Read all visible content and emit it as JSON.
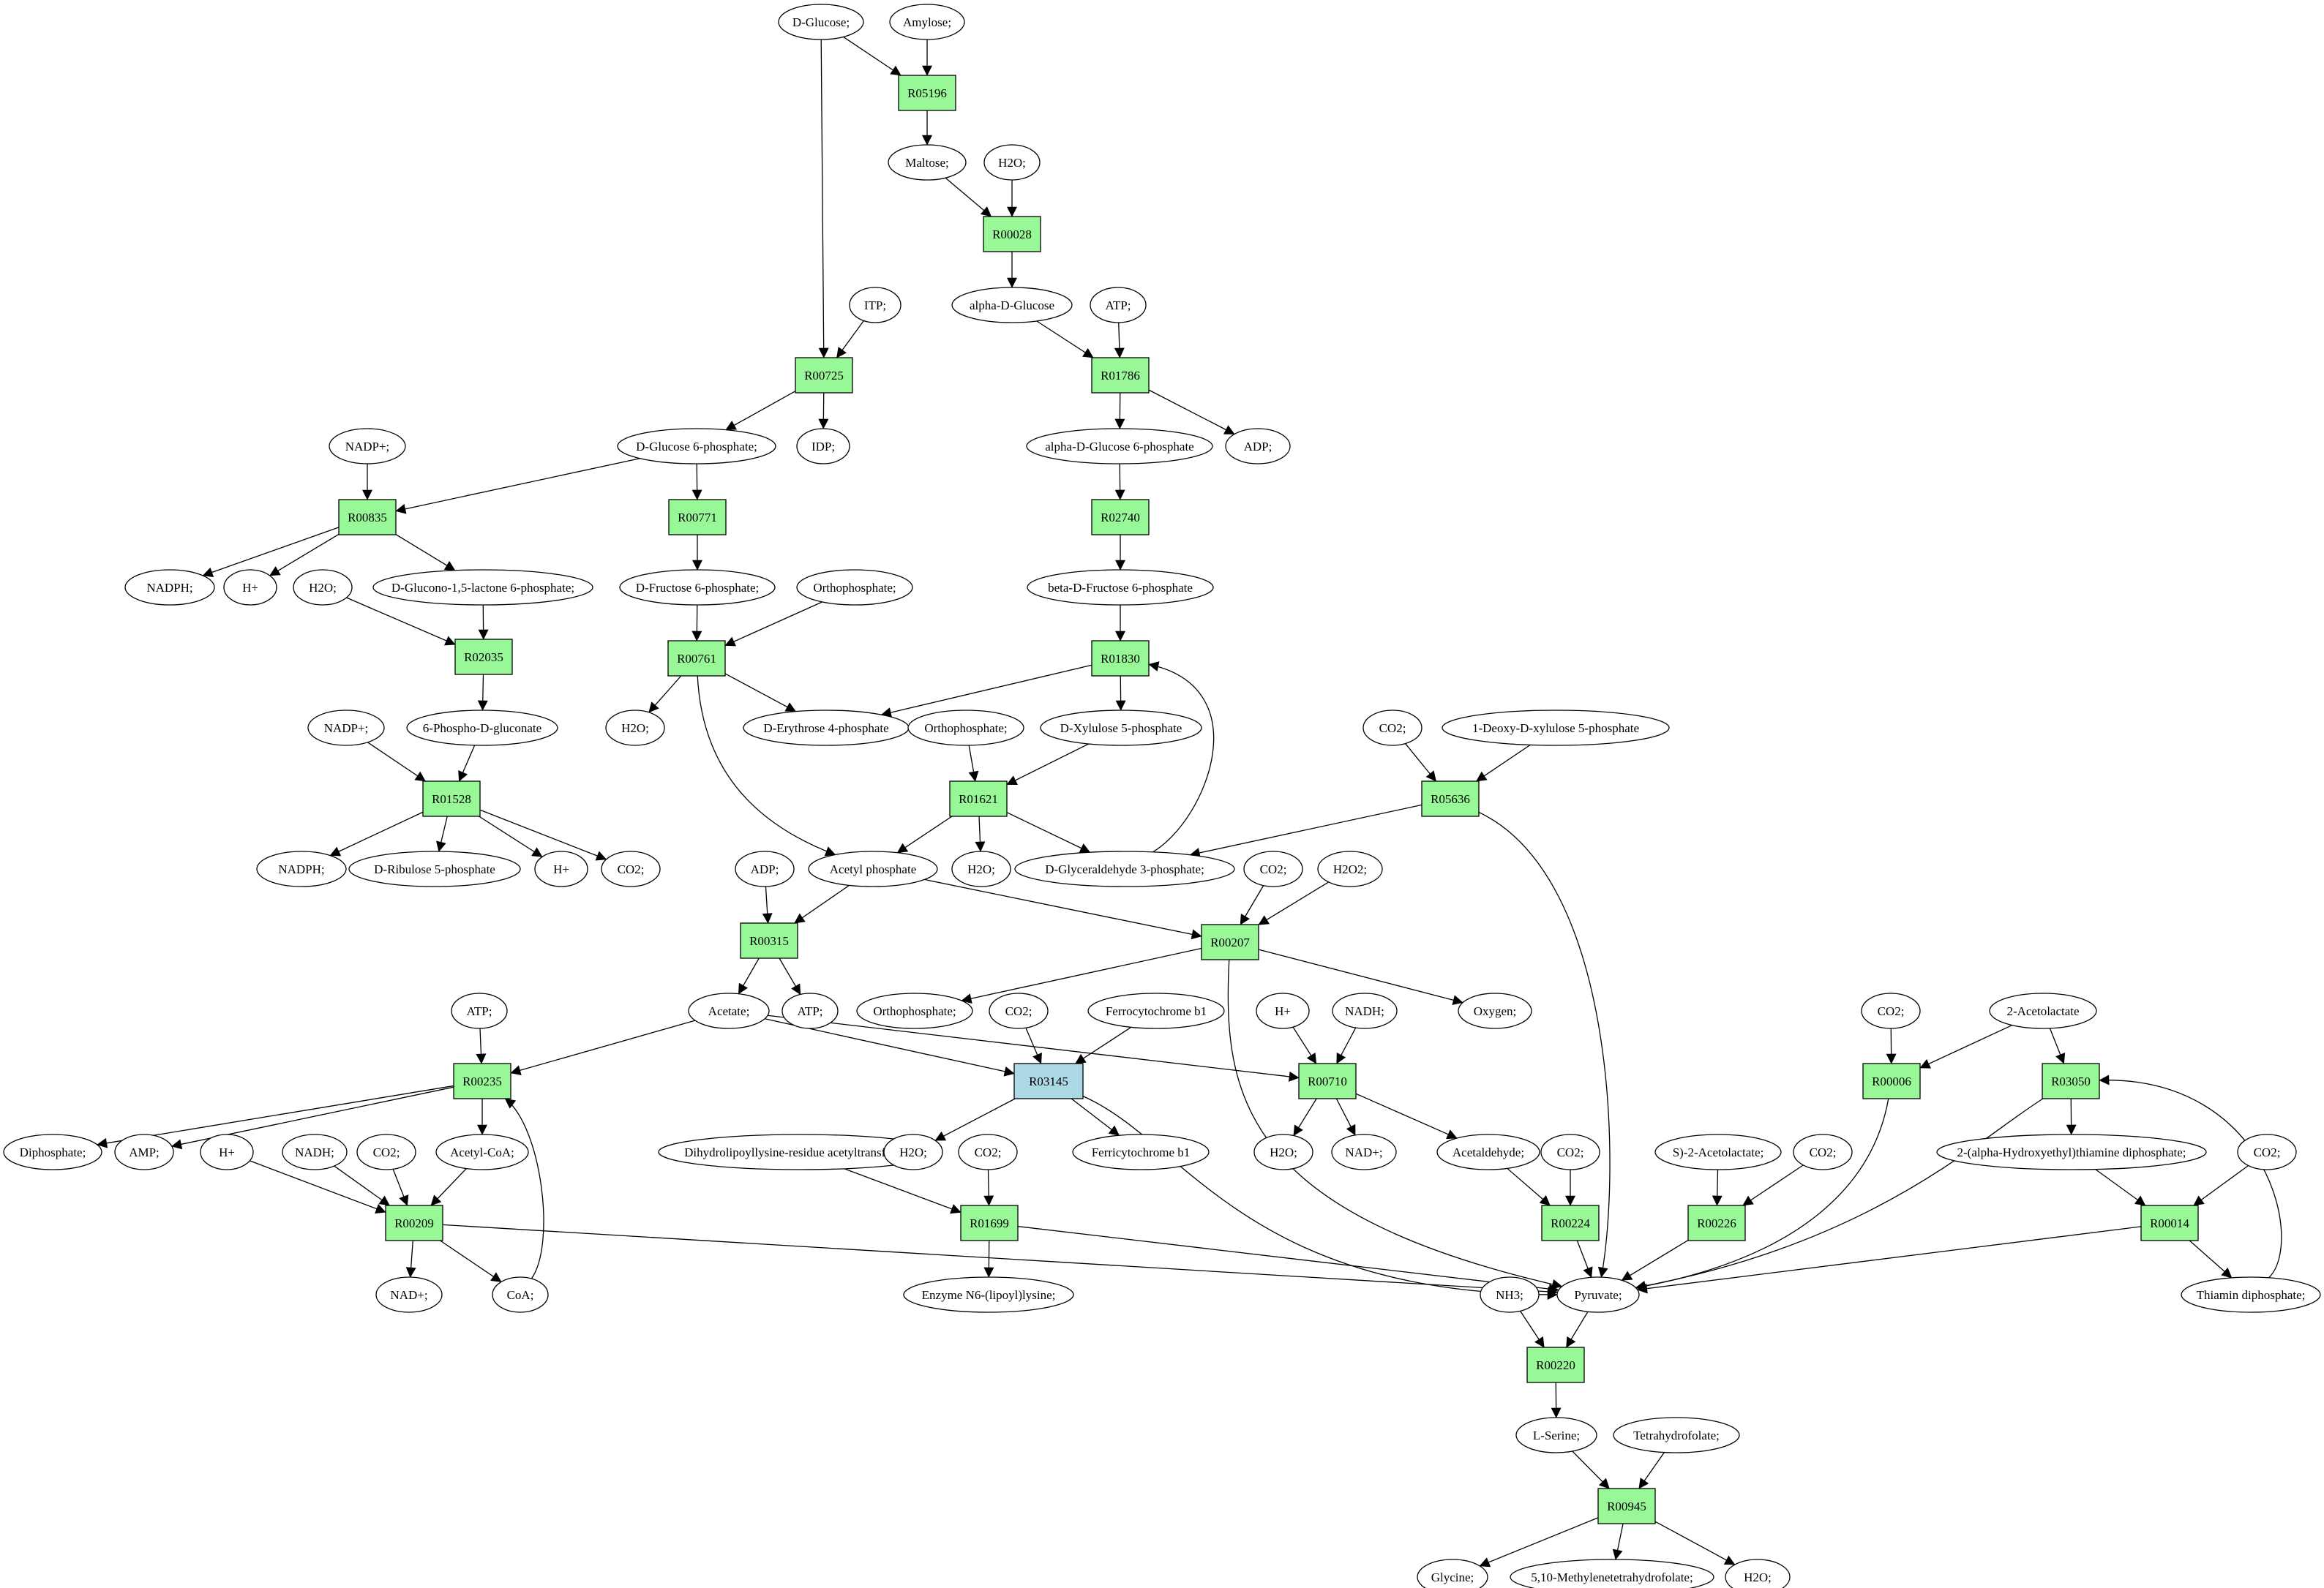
{
  "colors": {
    "reaction": "#98f898",
    "reaction_highlight": "#add8e6",
    "start_node": "#00ff00",
    "end_node": "#ffff00",
    "compound": "#ffffff"
  },
  "nodes": {
    "dglucose": {
      "label": "D-Glucose;",
      "kind": "compound",
      "fill": "start"
    },
    "amylose": {
      "label": "Amylose;",
      "kind": "compound"
    },
    "r05196": {
      "label": "R05196",
      "kind": "reaction"
    },
    "maltose": {
      "label": "Maltose;",
      "kind": "compound"
    },
    "h2o_1": {
      "label": "H2O;",
      "kind": "compound"
    },
    "r00028": {
      "label": "R00028",
      "kind": "reaction"
    },
    "itp": {
      "label": "ITP;",
      "kind": "compound"
    },
    "aglc": {
      "label": "alpha-D-Glucose",
      "kind": "compound"
    },
    "atp_1": {
      "label": "ATP;",
      "kind": "compound"
    },
    "r00725": {
      "label": "R00725",
      "kind": "reaction"
    },
    "r01786": {
      "label": "R01786",
      "kind": "reaction"
    },
    "nadp_1": {
      "label": "NADP+;",
      "kind": "compound"
    },
    "g6p": {
      "label": "D-Glucose 6-phosphate;",
      "kind": "compound"
    },
    "idp": {
      "label": "IDP;",
      "kind": "compound"
    },
    "ag6p": {
      "label": "alpha-D-Glucose 6-phosphate",
      "kind": "compound"
    },
    "adp_1": {
      "label": "ADP;",
      "kind": "compound"
    },
    "r00835": {
      "label": "R00835",
      "kind": "reaction"
    },
    "r00771": {
      "label": "R00771",
      "kind": "reaction"
    },
    "r02740": {
      "label": "R02740",
      "kind": "reaction"
    },
    "nadph_1": {
      "label": "NADPH;",
      "kind": "compound"
    },
    "hplus_1": {
      "label": "H+",
      "kind": "compound"
    },
    "h2o_2": {
      "label": "H2O;",
      "kind": "compound"
    },
    "glactone": {
      "label": "D-Glucono-1,5-lactone 6-phosphate;",
      "kind": "compound"
    },
    "f6p": {
      "label": "D-Fructose 6-phosphate;",
      "kind": "compound"
    },
    "ortho_1": {
      "label": "Orthophosphate;",
      "kind": "compound"
    },
    "bf6p": {
      "label": "beta-D-Fructose 6-phosphate",
      "kind": "compound"
    },
    "r02035": {
      "label": "R02035",
      "kind": "reaction"
    },
    "r00761": {
      "label": "R00761",
      "kind": "reaction"
    },
    "r01830": {
      "label": "R01830",
      "kind": "reaction"
    },
    "nadp_2": {
      "label": "NADP+;",
      "kind": "compound"
    },
    "pgluconate": {
      "label": "6-Phospho-D-gluconate",
      "kind": "compound"
    },
    "h2o_3": {
      "label": "H2O;",
      "kind": "compound"
    },
    "e4p": {
      "label": "D-Erythrose 4-phosphate",
      "kind": "compound"
    },
    "ortho_2": {
      "label": "Orthophosphate;",
      "kind": "compound"
    },
    "xu5p": {
      "label": "D-Xylulose 5-phosphate",
      "kind": "compound"
    },
    "co2_1": {
      "label": "CO2;",
      "kind": "compound"
    },
    "dxp": {
      "label": "1-Deoxy-D-xylulose 5-phosphate",
      "kind": "compound"
    },
    "r01528": {
      "label": "R01528",
      "kind": "reaction"
    },
    "r01621": {
      "label": "R01621",
      "kind": "reaction"
    },
    "r05636": {
      "label": "R05636",
      "kind": "reaction"
    },
    "nadph_2": {
      "label": "NADPH;",
      "kind": "compound"
    },
    "ru5p": {
      "label": "D-Ribulose 5-phosphate",
      "kind": "compound"
    },
    "hplus_2": {
      "label": "H+",
      "kind": "compound"
    },
    "co2_2": {
      "label": "CO2;",
      "kind": "compound"
    },
    "adp_2": {
      "label": "ADP;",
      "kind": "compound"
    },
    "acp": {
      "label": "Acetyl phosphate",
      "kind": "compound"
    },
    "h2o_4": {
      "label": "H2O;",
      "kind": "compound"
    },
    "gap": {
      "label": "D-Glyceraldehyde 3-phosphate;",
      "kind": "compound"
    },
    "co2_3": {
      "label": "CO2;",
      "kind": "compound"
    },
    "h2o2": {
      "label": "H2O2;",
      "kind": "compound"
    },
    "r00315": {
      "label": "R00315",
      "kind": "reaction"
    },
    "r00207": {
      "label": "R00207",
      "kind": "reaction"
    },
    "atp_2": {
      "label": "ATP;",
      "kind": "compound"
    },
    "acetate": {
      "label": "Acetate;",
      "kind": "compound"
    },
    "atp_3": {
      "label": "ATP;",
      "kind": "compound"
    },
    "ortho_3": {
      "label": "Orthophosphate;",
      "kind": "compound"
    },
    "co2_4": {
      "label": "CO2;",
      "kind": "compound"
    },
    "ferrocyt": {
      "label": "Ferrocytochrome b1",
      "kind": "compound"
    },
    "hplus_3": {
      "label": "H+",
      "kind": "compound"
    },
    "nadh_1": {
      "label": "NADH;",
      "kind": "compound"
    },
    "oxygen": {
      "label": "Oxygen;",
      "kind": "compound"
    },
    "co2_5": {
      "label": "CO2;",
      "kind": "compound"
    },
    "acetolactate": {
      "label": "2-Acetolactate",
      "kind": "compound"
    },
    "r00235": {
      "label": "R00235",
      "kind": "reaction"
    },
    "r03145": {
      "label": "R03145",
      "kind": "reaction",
      "fill": "highlight"
    },
    "r00710": {
      "label": "R00710",
      "kind": "reaction"
    },
    "r00006": {
      "label": "R00006",
      "kind": "reaction"
    },
    "r03050": {
      "label": "R03050",
      "kind": "reaction"
    },
    "diphosphate": {
      "label": "Diphosphate;",
      "kind": "compound"
    },
    "amp": {
      "label": "AMP;",
      "kind": "compound"
    },
    "hplus_4": {
      "label": "H+",
      "kind": "compound"
    },
    "nadh_2": {
      "label": "NADH;",
      "kind": "compound"
    },
    "co2_6": {
      "label": "CO2;",
      "kind": "compound"
    },
    "acoa": {
      "label": "Acetyl-CoA;",
      "kind": "compound"
    },
    "dihydro": {
      "label": "Dihydrolipoyllysine-residue acetyltransferase]",
      "kind": "compound"
    },
    "h2o_5": {
      "label": "H2O;",
      "kind": "compound"
    },
    "co2_7": {
      "label": "CO2;",
      "kind": "compound"
    },
    "ferricyt": {
      "label": "Ferricytochrome b1",
      "kind": "compound"
    },
    "h2o_6": {
      "label": "H2O;",
      "kind": "compound"
    },
    "nad_1": {
      "label": "NAD+;",
      "kind": "compound"
    },
    "acetaldehyde": {
      "label": "Acetaldehyde;",
      "kind": "compound"
    },
    "co2_8": {
      "label": "CO2;",
      "kind": "compound"
    },
    "sacetolactate": {
      "label": "S)-2-Acetolactate;",
      "kind": "compound"
    },
    "co2_9": {
      "label": "CO2;",
      "kind": "compound"
    },
    "hetpp": {
      "label": "2-(alpha-Hydroxyethyl)thiamine diphosphate;",
      "kind": "compound"
    },
    "co2_10": {
      "label": "CO2;",
      "kind": "compound"
    },
    "r00209": {
      "label": "R00209",
      "kind": "reaction"
    },
    "r01699": {
      "label": "R01699",
      "kind": "reaction"
    },
    "r00224": {
      "label": "R00224",
      "kind": "reaction"
    },
    "r00226": {
      "label": "R00226",
      "kind": "reaction"
    },
    "r00014": {
      "label": "R00014",
      "kind": "reaction"
    },
    "nad_2": {
      "label": "NAD+;",
      "kind": "compound"
    },
    "coa": {
      "label": "CoA;",
      "kind": "compound"
    },
    "lipoyl": {
      "label": "Enzyme N6-(lipoyl)lysine;",
      "kind": "compound"
    },
    "nh3": {
      "label": "NH3;",
      "kind": "compound"
    },
    "pyruvate": {
      "label": "Pyruvate;",
      "kind": "compound"
    },
    "thiamin": {
      "label": "Thiamin diphosphate;",
      "kind": "compound"
    },
    "r00220": {
      "label": "R00220",
      "kind": "reaction"
    },
    "serine": {
      "label": "L-Serine;",
      "kind": "compound"
    },
    "thf": {
      "label": "Tetrahydrofolate;",
      "kind": "compound"
    },
    "r00945": {
      "label": "R00945",
      "kind": "reaction"
    },
    "glycine": {
      "label": "Glycine;",
      "kind": "compound",
      "fill": "end"
    },
    "methylthf": {
      "label": "5,10-Methylenetetrahydrofolate;",
      "kind": "compound"
    },
    "h2o_7": {
      "label": "H2O;",
      "kind": "compound"
    }
  },
  "edges": [
    [
      "dglucose",
      "r05196"
    ],
    [
      "amylose",
      "r05196"
    ],
    [
      "r05196",
      "maltose"
    ],
    [
      "maltose",
      "r00028"
    ],
    [
      "h2o_1",
      "r00028"
    ],
    [
      "r00028",
      "aglc"
    ],
    [
      "dglucose",
      "r00725"
    ],
    [
      "itp",
      "r00725"
    ],
    [
      "r00725",
      "g6p"
    ],
    [
      "r00725",
      "idp"
    ],
    [
      "aglc",
      "r01786"
    ],
    [
      "atp_1",
      "r01786"
    ],
    [
      "r01786",
      "ag6p"
    ],
    [
      "r01786",
      "adp_1"
    ],
    [
      "nadp_1",
      "r00835"
    ],
    [
      "g6p",
      "r00835"
    ],
    [
      "g6p",
      "r00771"
    ],
    [
      "ag6p",
      "r02740"
    ],
    [
      "r00835",
      "nadph_1"
    ],
    [
      "r00835",
      "hplus_1"
    ],
    [
      "r00835",
      "glactone"
    ],
    [
      "r00771",
      "f6p"
    ],
    [
      "r02740",
      "bf6p"
    ],
    [
      "h2o_2",
      "r02035"
    ],
    [
      "glactone",
      "r02035"
    ],
    [
      "f6p",
      "r00761"
    ],
    [
      "ortho_1",
      "r00761"
    ],
    [
      "bf6p",
      "r01830"
    ],
    [
      "r02035",
      "pgluconate"
    ],
    [
      "r00761",
      "h2o_3"
    ],
    [
      "r00761",
      "e4p"
    ],
    [
      "r00761",
      "acp"
    ],
    [
      "r01830",
      "e4p"
    ],
    [
      "r01830",
      "xu5p"
    ],
    [
      "gap",
      "r01830"
    ],
    [
      "nadp_2",
      "r01528"
    ],
    [
      "pgluconate",
      "r01528"
    ],
    [
      "ortho_2",
      "r01621"
    ],
    [
      "xu5p",
      "r01621"
    ],
    [
      "co2_1",
      "r05636"
    ],
    [
      "dxp",
      "r05636"
    ],
    [
      "r01528",
      "nadph_2"
    ],
    [
      "r01528",
      "ru5p"
    ],
    [
      "r01528",
      "hplus_2"
    ],
    [
      "r01528",
      "co2_2"
    ],
    [
      "r01621",
      "acp"
    ],
    [
      "r01621",
      "h2o_4"
    ],
    [
      "r01621",
      "gap"
    ],
    [
      "r05636",
      "gap"
    ],
    [
      "r05636",
      "pyruvate"
    ],
    [
      "adp_2",
      "r00315"
    ],
    [
      "acp",
      "r00315"
    ],
    [
      "acp",
      "r00207"
    ],
    [
      "co2_3",
      "r00207"
    ],
    [
      "h2o2",
      "r00207"
    ],
    [
      "r00315",
      "acetate"
    ],
    [
      "r00315",
      "atp_3"
    ],
    [
      "r00207",
      "ortho_3"
    ],
    [
      "r00207",
      "oxygen"
    ],
    [
      "r00207",
      "pyruvate"
    ],
    [
      "atp_2",
      "r00235"
    ],
    [
      "acetate",
      "r00235"
    ],
    [
      "acetate",
      "r03145"
    ],
    [
      "acetate",
      "r00710"
    ],
    [
      "co2_4",
      "r03145"
    ],
    [
      "ferrocyt",
      "r03145"
    ],
    [
      "hplus_3",
      "r00710"
    ],
    [
      "nadh_1",
      "r00710"
    ],
    [
      "co2_5",
      "r00006"
    ],
    [
      "acetolactate",
      "r00006"
    ],
    [
      "acetolactate",
      "r03050"
    ],
    [
      "r00235",
      "diphosphate"
    ],
    [
      "r00235",
      "amp"
    ],
    [
      "r00235",
      "acoa"
    ],
    [
      "r03145",
      "h2o_5"
    ],
    [
      "r03145",
      "ferricyt"
    ],
    [
      "r03145",
      "pyruvate"
    ],
    [
      "r00710",
      "h2o_6"
    ],
    [
      "r00710",
      "nad_1"
    ],
    [
      "r00710",
      "acetaldehyde"
    ],
    [
      "r00006",
      "pyruvate"
    ],
    [
      "r03050",
      "hetpp"
    ],
    [
      "r03050",
      "pyruvate"
    ],
    [
      "hplus_4",
      "r00209"
    ],
    [
      "nadh_2",
      "r00209"
    ],
    [
      "co2_6",
      "r00209"
    ],
    [
      "acoa",
      "r00209"
    ],
    [
      "dihydro",
      "r01699"
    ],
    [
      "co2_7",
      "r01699"
    ],
    [
      "acetaldehyde",
      "r00224"
    ],
    [
      "co2_8",
      "r00224"
    ],
    [
      "sacetolactate",
      "r00226"
    ],
    [
      "co2_9",
      "r00226"
    ],
    [
      "hetpp",
      "r00014"
    ],
    [
      "co2_10",
      "r00014"
    ],
    [
      "r00209",
      "nad_2"
    ],
    [
      "r00209",
      "coa"
    ],
    [
      "r00209",
      "pyruvate"
    ],
    [
      "coa",
      "r00235"
    ],
    [
      "r01699",
      "lipoyl"
    ],
    [
      "r01699",
      "pyruvate"
    ],
    [
      "r00224",
      "pyruvate"
    ],
    [
      "r00226",
      "pyruvate"
    ],
    [
      "r00014",
      "pyruvate"
    ],
    [
      "r00014",
      "thiamin"
    ],
    [
      "thiamin",
      "r03050"
    ],
    [
      "nh3",
      "r00220"
    ],
    [
      "pyruvate",
      "r00220"
    ],
    [
      "r00220",
      "serine"
    ],
    [
      "serine",
      "r00945"
    ],
    [
      "thf",
      "r00945"
    ],
    [
      "r00945",
      "glycine"
    ],
    [
      "r00945",
      "methylthf"
    ],
    [
      "r00945",
      "h2o_7"
    ]
  ]
}
